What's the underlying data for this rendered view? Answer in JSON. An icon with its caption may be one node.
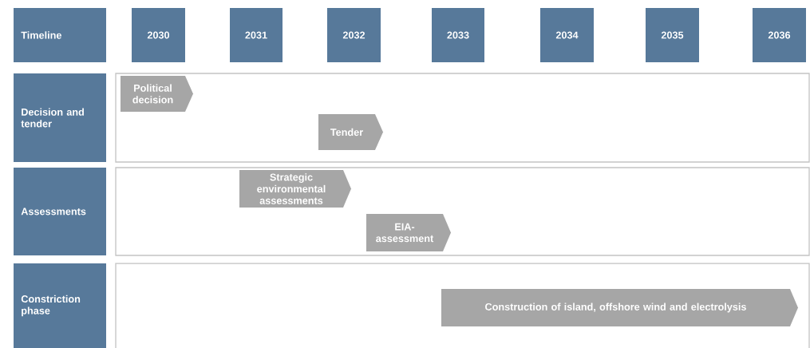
{
  "diagram": {
    "nodes": [
      {
        "text": [
          "Timeline"
        ]
      },
      {
        "text": [
          "2030"
        ]
      },
      {
        "text": [
          "2031"
        ]
      },
      {
        "text": [
          "2032"
        ]
      },
      {
        "text": [
          "2033"
        ]
      },
      {
        "text": [
          "2034"
        ]
      },
      {
        "text": [
          "2035"
        ]
      },
      {
        "text": [
          "2036"
        ]
      },
      {
        "text": [
          "Decision and tender"
        ]
      },
      {
        "text": [],
        "shape": "box"
      },
      {
        "text": [
          "Political decision"
        ],
        "in": 9
      },
      {
        "text": [
          "Tender"
        ],
        "in": 9
      },
      {
        "text": [
          "Assessments"
        ]
      },
      {
        "text": [],
        "shape": "box"
      },
      {
        "text": [
          "Strategic environmental assessments"
        ],
        "in": 13
      },
      {
        "text": [
          "EIA-assessment"
        ],
        "in": 13
      },
      {
        "text": [
          "Constriction phase"
        ]
      },
      {
        "text": [],
        "shape": "box"
      },
      {
        "text": [
          "Construction of island, offshore wind and electrolysis"
        ],
        "in": 17
      }
    ]
  }
}
